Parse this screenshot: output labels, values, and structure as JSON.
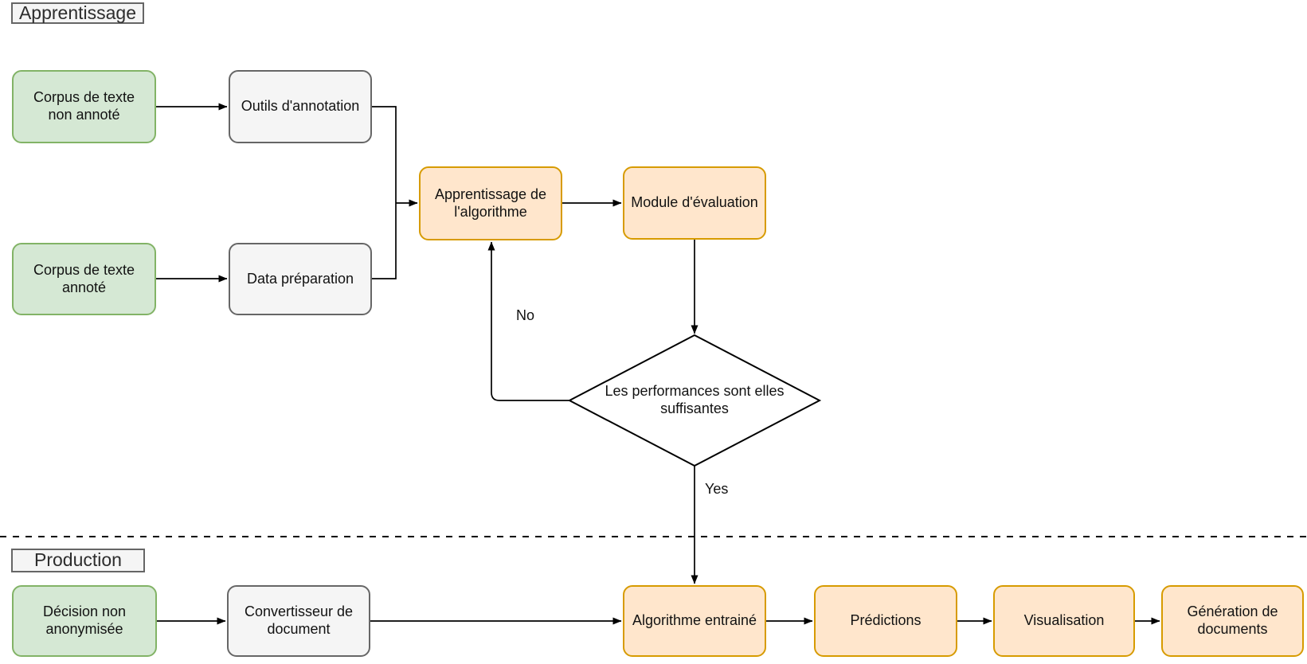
{
  "sections": {
    "apprentissage": {
      "label": "Apprentissage"
    },
    "production": {
      "label": "Production"
    }
  },
  "nodes": {
    "corpus_non_annote": {
      "label": "Corpus de texte non annoté",
      "fill": "#d5e8d4",
      "stroke": "#82b366"
    },
    "outils_annotation": {
      "label": "Outils d'annotation",
      "fill": "#f5f5f5",
      "stroke": "#666666"
    },
    "corpus_annote": {
      "label": "Corpus de texte annoté",
      "fill": "#d5e8d4",
      "stroke": "#82b366"
    },
    "data_preparation": {
      "label": "Data préparation",
      "fill": "#f5f5f5",
      "stroke": "#666666"
    },
    "apprentissage_algorithme": {
      "label": "Apprentissage de l'algorithme",
      "fill": "#ffe6cc",
      "stroke": "#d79b00"
    },
    "module_evaluation": {
      "label": "Module d'évaluation",
      "fill": "#ffe6cc",
      "stroke": "#d79b00"
    },
    "decision_performances": {
      "label": "Les performances sont elles suffisantes",
      "fill": "#ffffff",
      "stroke": "#000000"
    },
    "decision_non_anonymisee": {
      "label": "Décision non anonymisée",
      "fill": "#d5e8d4",
      "stroke": "#82b366"
    },
    "convertisseur_document": {
      "label": "Convertisseur de document",
      "fill": "#f5f5f5",
      "stroke": "#666666"
    },
    "algorithme_entraine": {
      "label": "Algorithme entrainé",
      "fill": "#ffe6cc",
      "stroke": "#d79b00"
    },
    "predictions": {
      "label": "Prédictions",
      "fill": "#ffe6cc",
      "stroke": "#d79b00"
    },
    "visualisation": {
      "label": "Visualisation",
      "fill": "#ffe6cc",
      "stroke": "#d79b00"
    },
    "generation_documents": {
      "label": "Génération de documents",
      "fill": "#ffe6cc",
      "stroke": "#d79b00"
    }
  },
  "decision": {
    "no_label": "No",
    "yes_label": "Yes"
  },
  "colors": {
    "green_fill": "#d5e8d4",
    "green_stroke": "#82b366",
    "gray_fill": "#f5f5f5",
    "gray_stroke": "#666666",
    "orange_fill": "#ffe6cc",
    "orange_stroke": "#d79b00",
    "diamond_fill": "#ffffff",
    "diamond_stroke": "#000000",
    "edge_color": "#000000",
    "background": "#ffffff"
  }
}
